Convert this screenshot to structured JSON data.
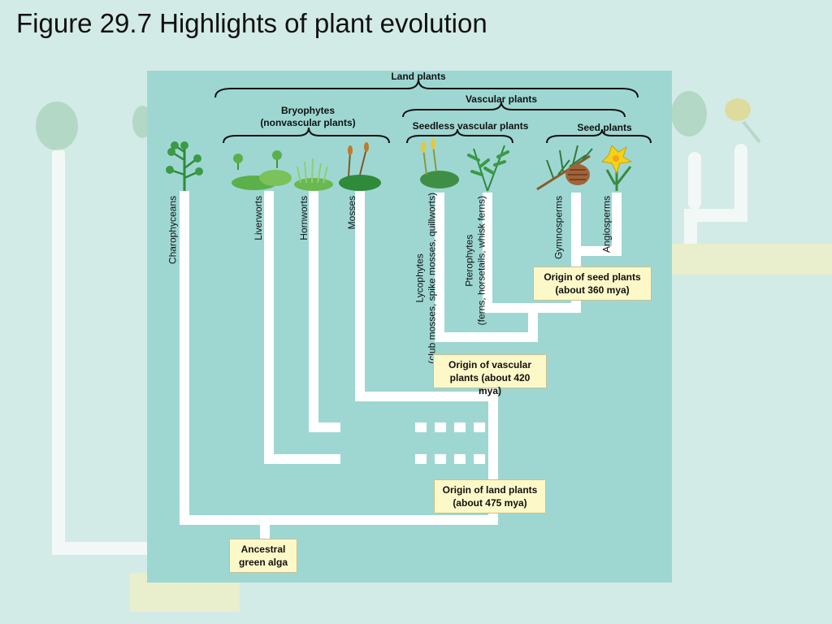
{
  "slide": {
    "title": "Figure 29.7 Highlights of plant evolution"
  },
  "groups": {
    "land_plants": "Land plants",
    "vascular_plants": "Vascular plants",
    "bryophytes_line1": "Bryophytes",
    "bryophytes_line2": "(nonvascular plants)",
    "seedless_vascular": "Seedless vascular plants",
    "seed_plants": "Seed plants"
  },
  "taxa": {
    "charophyceans": "Charophyceans",
    "liverworts": "Liverworts",
    "hornworts": "Hornworts",
    "mosses": "Mosses",
    "lycophytes_line1": "Lycophytes",
    "lycophytes_line2": "(club mosses, spike mosses, quillworts)",
    "pterophytes_line1": "Pterophytes",
    "pterophytes_line2": "(ferns, horsetails, whisk ferns)",
    "gymnosperms": "Gymnosperms",
    "angiosperms": "Angiosperms"
  },
  "events": {
    "seed_line1": "Origin of seed plants",
    "seed_line2": "(about 360 mya)",
    "vascular_line1": "Origin of vascular",
    "vascular_line2": "plants (about 420 mya)",
    "land_line1": "Origin of land plants",
    "land_line2": "(about 475 mya)",
    "ancestor_line1": "Ancestral",
    "ancestor_line2": "green alga"
  },
  "colors": {
    "panel": "#9ed7d2",
    "background": "#d3ebe7",
    "branch": "#ffffff",
    "label_box": "#fdf8c8"
  }
}
